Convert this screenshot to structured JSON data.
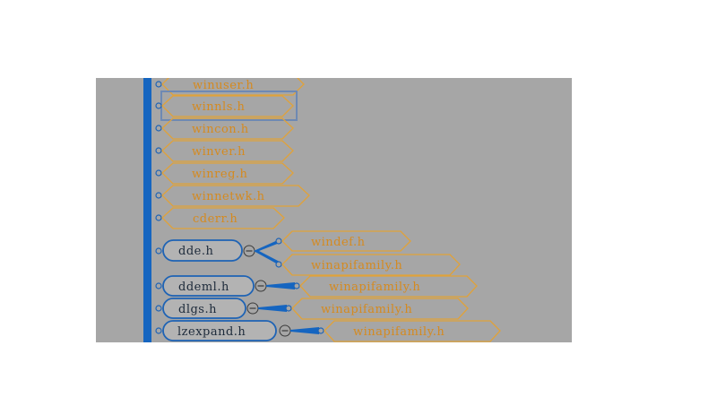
{
  "colors": {
    "background": "#a6a6a6",
    "trunk": "#1565c0",
    "leaf_outline": "#e0a23a",
    "leaf_text": "#d58a1f",
    "branch_outline": "#1e63b5",
    "branch_fill": "#b3b3b3",
    "branch_text": "#1d2a3a",
    "selection": "#6e89b3"
  },
  "leaf_nodes": [
    {
      "id": "winuser",
      "label": "winuser.h"
    },
    {
      "id": "winnls",
      "label": "winnls.h",
      "selected": true
    },
    {
      "id": "wincon",
      "label": "wincon.h"
    },
    {
      "id": "winver",
      "label": "winver.h"
    },
    {
      "id": "winreg",
      "label": "winreg.h"
    },
    {
      "id": "winnetwk",
      "label": "winnetwk.h"
    },
    {
      "id": "cderr",
      "label": "cderr.h"
    }
  ],
  "branch_nodes": [
    {
      "id": "dde",
      "label": "dde.h",
      "children": [
        {
          "label": "windef.h"
        },
        {
          "label": "winapifamily.h"
        }
      ]
    },
    {
      "id": "ddeml",
      "label": "ddeml.h",
      "children": [
        {
          "label": "winapifamily.h"
        }
      ]
    },
    {
      "id": "dlgs",
      "label": "dlgs.h",
      "children": [
        {
          "label": "winapifamily.h"
        }
      ]
    },
    {
      "id": "lzexpand",
      "label": "lzexpand.h",
      "children": [
        {
          "label": "winapifamily.h"
        }
      ]
    }
  ],
  "collapse_icon": "minus-circle-icon"
}
